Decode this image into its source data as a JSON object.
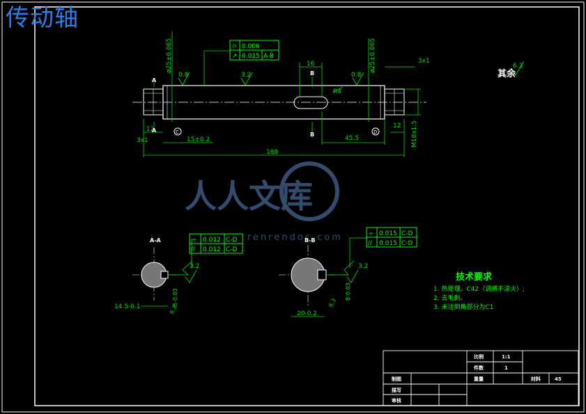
{
  "title": "传动轴",
  "watermark": {
    "text": "人人文库",
    "sub": "renrendoc.com"
  },
  "colors": {
    "background": "#000000",
    "frame": "#ffffff",
    "dim": "#00e000",
    "gdt": "#00ff00",
    "title_blue": "#2a7fe8",
    "shaft": "#ffffff",
    "watermark": "#3d5a80"
  },
  "main_view": {
    "gdt_box": [
      {
        "symbol": "⌭",
        "value": "0.006",
        "datum": ""
      },
      {
        "symbol": "↗",
        "value": "0.015",
        "datum": "A-B"
      }
    ],
    "dims": {
      "dia_left": "ø25±0.065",
      "dia_right": "ø25±0.065",
      "keyway_len": "16",
      "chamfer_right": "3x1",
      "chamfer_left": "3x1",
      "shoulder_left": "12",
      "shoulder_right": "12",
      "key_pos": "15±0.2",
      "right_len": "45.5",
      "total": "189",
      "thread": "M18x1.5",
      "radius": "R4"
    },
    "roughness": [
      "0.8",
      "3.2",
      "0.8"
    ],
    "section_marks": [
      "B",
      "B",
      "A",
      "A"
    ],
    "datum_marks": [
      "C",
      "D"
    ],
    "rest_label": "其余",
    "rest_roughness": "6.3"
  },
  "section_aa": {
    "label": "A-A",
    "gdt_box": [
      {
        "symbol": "⌯",
        "value": "0.012",
        "datum": "C-D"
      },
      {
        "symbol": "//",
        "value": "0.012",
        "datum": "C-D"
      }
    ],
    "roughness": "3.2",
    "dim_width": "14.5-0.1",
    "dim_key": "5-0.03",
    "roughness_low": "6.3"
  },
  "section_bb": {
    "label": "B-B",
    "gdt_box": [
      {
        "symbol": "⌯",
        "value": "0.015",
        "datum": "C-D"
      },
      {
        "symbol": "//",
        "value": "0.015",
        "datum": "C-D"
      }
    ],
    "roughness": "3.2",
    "dim_width": "20-0.2",
    "dim_key": "8-0.03",
    "roughness_low": "6.3"
  },
  "tech_req": {
    "title": "技术要求",
    "items": [
      "1. 热处理。C42（调质不淬火）;",
      "2. 去毛刺。",
      "3. 未注倒角部分为C1"
    ]
  },
  "title_block": {
    "scale_label": "比例",
    "scale_value": "1:1",
    "count_label": "件数",
    "count_value": "1",
    "weight_label": "重量",
    "material_label": "材料",
    "material_value": "45",
    "drawn_label": "制图",
    "designed_label": "描写",
    "checked_label": "审核"
  }
}
